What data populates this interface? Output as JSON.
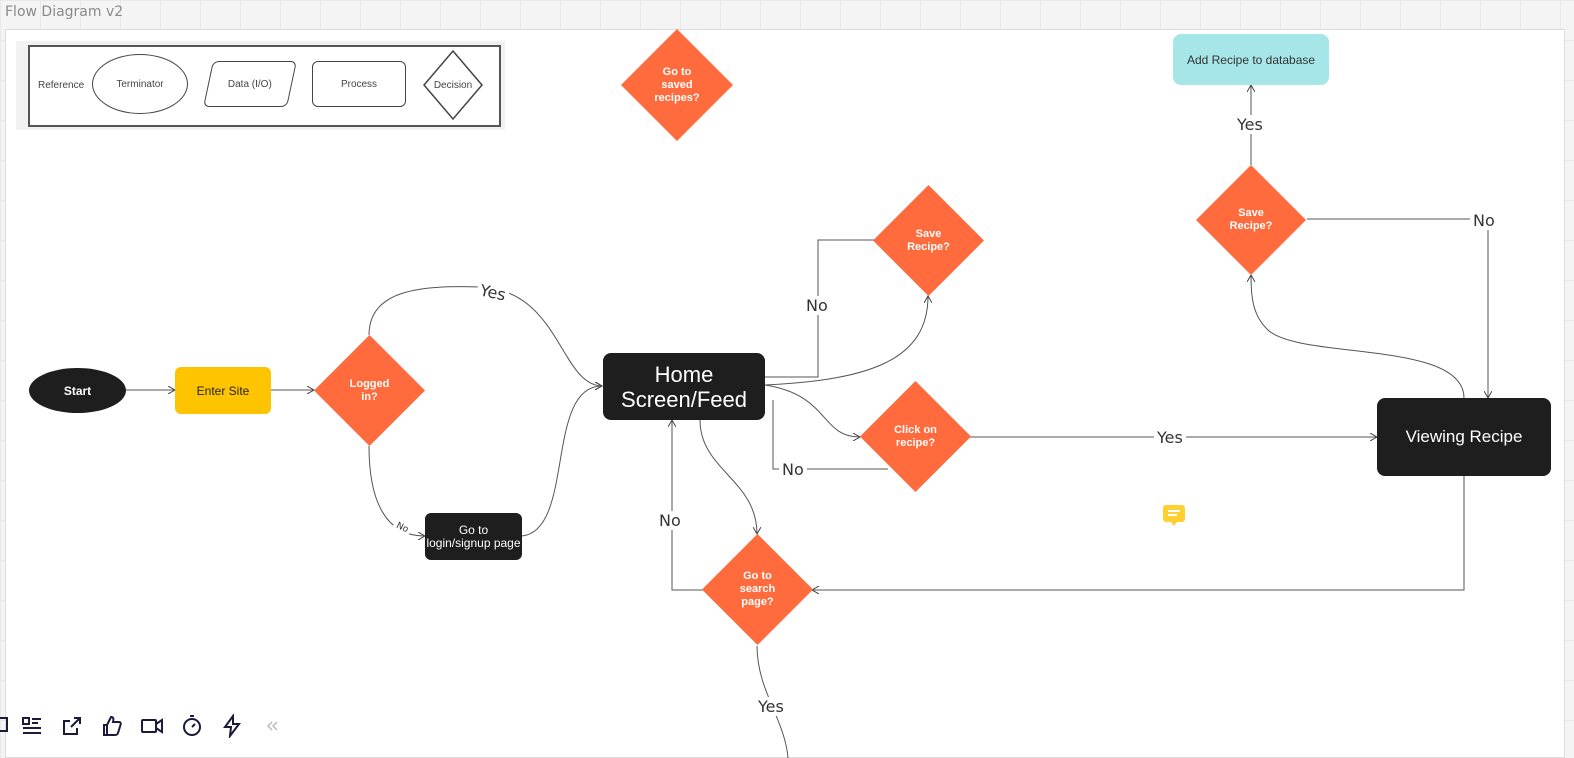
{
  "board": {
    "title": "Flow Diagram v2"
  },
  "legend": {
    "reference": "Reference",
    "terminator": "Terminator",
    "data": "Data (I/O)",
    "process": "Process",
    "decision": "Decision"
  },
  "nodes": {
    "start": "Start",
    "enter_site": "Enter Site",
    "logged_in": "Logged\nin?",
    "login_page": "Go to\nlogin/signup page",
    "home": "Home\nScreen/Feed",
    "go_saved": "Go to\nsaved\nrecipes?",
    "save_recipe_home": "Save\nRecipe?",
    "click_recipe": "Click on\nrecipe?",
    "go_search": "Go to\nsearch\npage?",
    "save_recipe_view": "Save\nRecipe?",
    "add_recipe": "Add Recipe to database",
    "viewing": "Viewing Recipe"
  },
  "edge_labels": {
    "logged_yes": "Yes",
    "logged_no": "No",
    "save_home_no": "No",
    "click_no": "No",
    "click_yes": "Yes",
    "search_no": "No",
    "search_yes": "Yes",
    "save_view_yes": "Yes",
    "save_view_no": "No"
  },
  "colors": {
    "decision": "#ff6b3d",
    "process_yellow": "#ffc400",
    "terminator": "#1e1e1e",
    "add_recipe": "#a7e6e8"
  },
  "toolbar": {
    "icons": [
      "comment-icon",
      "list-icon",
      "share-icon",
      "thumbs-up-icon",
      "video-icon",
      "timer-icon",
      "lightning-icon",
      "collapse-icon"
    ]
  }
}
